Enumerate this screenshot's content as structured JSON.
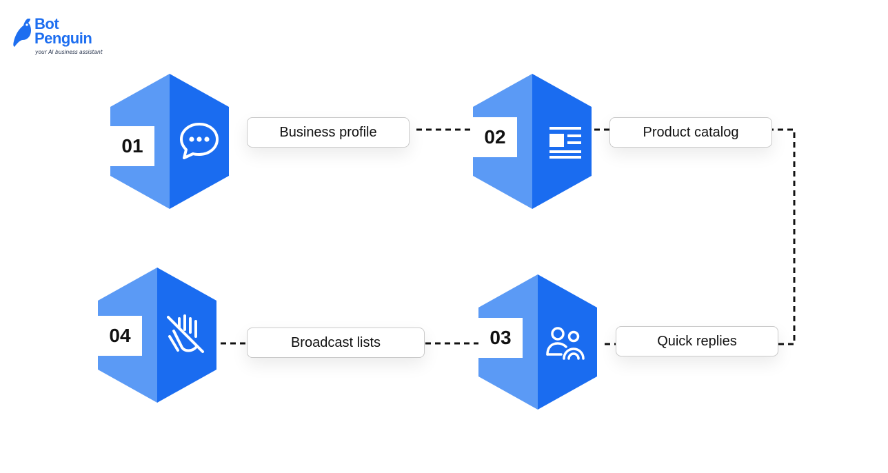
{
  "brand": {
    "name_line1": "Bot",
    "name_line2": "Penguin",
    "tagline": "your AI business assistant",
    "color": "#1d6ef0"
  },
  "colors": {
    "hex_light": "#5b9af5",
    "hex_dark": "#1a6cf0",
    "connector": "#111111",
    "label_border": "#c9c9c9"
  },
  "steps": [
    {
      "number": "01",
      "label": "Business profile",
      "icon": "chat-bubble-icon"
    },
    {
      "number": "02",
      "label": "Product catalog",
      "icon": "article-layout-icon"
    },
    {
      "number": "03",
      "label": "Quick replies",
      "icon": "users-icon"
    },
    {
      "number": "04",
      "label": "Broadcast lists",
      "icon": "hand-off-icon"
    }
  ]
}
